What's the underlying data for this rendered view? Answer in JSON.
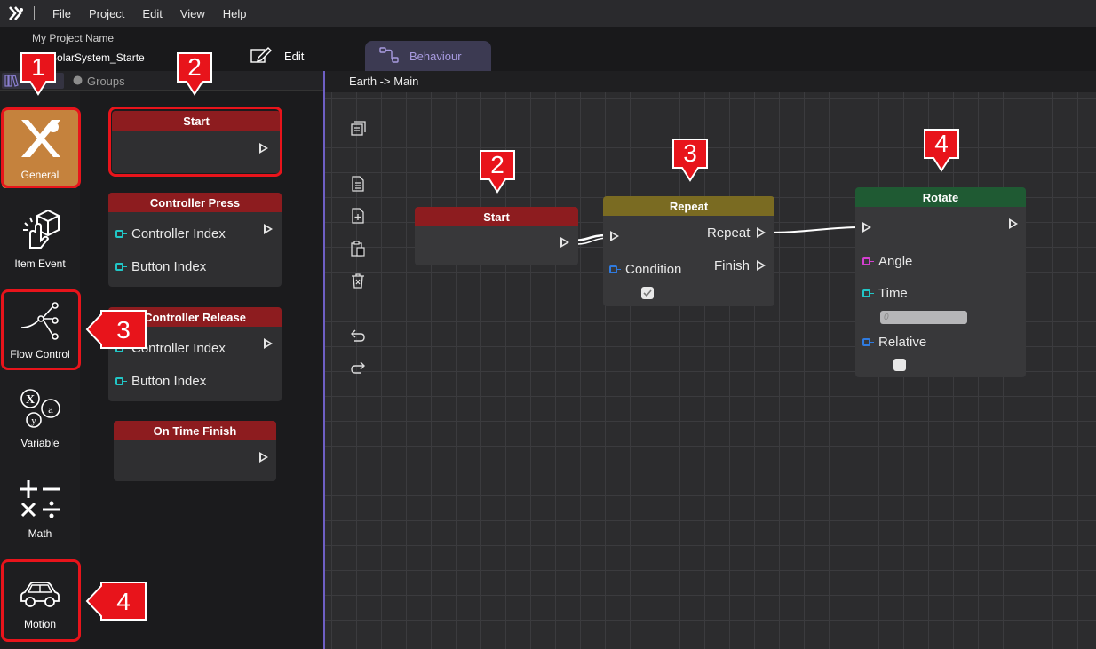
{
  "menubar": {
    "logo_icon": "app-logo-icon",
    "items": [
      "File",
      "Project",
      "Edit",
      "View",
      "Help"
    ]
  },
  "header": {
    "project_name": "My Project Name",
    "scene_name": "_2_SolarSystem_Starte",
    "edit_label": "Edit",
    "behaviour_tab": "Behaviour"
  },
  "panel": {
    "groups_label": "Groups"
  },
  "categories": [
    {
      "label": "General",
      "icon": "general-icon"
    },
    {
      "label": "Item Event",
      "icon": "item-event-icon"
    },
    {
      "label": "Flow Control",
      "icon": "flow-control-icon"
    },
    {
      "label": "Variable",
      "icon": "variable-icon"
    },
    {
      "label": "Math",
      "icon": "math-icon"
    },
    {
      "label": "Motion",
      "icon": "motion-icon"
    }
  ],
  "palette_nodes": {
    "start": {
      "title": "Start"
    },
    "controller_press": {
      "title": "Controller Press",
      "pins": [
        "Controller Index",
        "Button Index"
      ]
    },
    "controller_release": {
      "title": "Controller Release",
      "pins": [
        "Controller Index",
        "Button Index"
      ]
    },
    "on_time_finish": {
      "title": "On Time Finish"
    }
  },
  "canvas": {
    "breadcrumb": "Earth -> Main",
    "nodes": {
      "start": {
        "title": "Start"
      },
      "repeat": {
        "title": "Repeat",
        "out_repeat": "Repeat",
        "out_finish": "Finish",
        "in_condition": "Condition"
      },
      "rotate": {
        "title": "Rotate",
        "angle": "Angle",
        "time": "Time",
        "time_value": "0",
        "relative": "Relative"
      }
    }
  },
  "callouts": [
    "1",
    "2",
    "3",
    "4",
    "2",
    "3",
    "4"
  ],
  "colors": {
    "accent": "#c5823d",
    "event_header": "#8d1c1f",
    "flow_header": "#7a6b22",
    "motion_header": "#1f5a33",
    "callout_red": "#e8141b",
    "behaviour_tab": "#a89be0"
  }
}
